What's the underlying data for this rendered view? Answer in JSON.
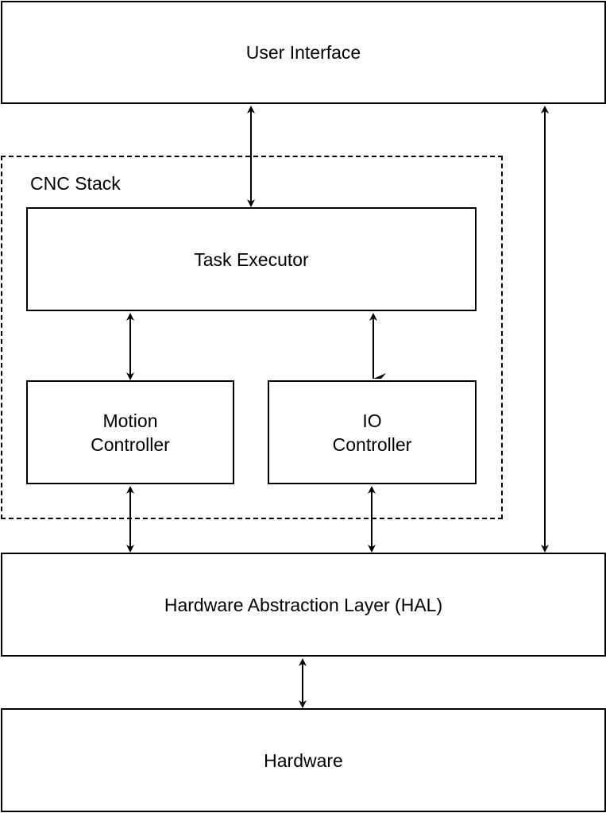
{
  "diagram": {
    "nodes": {
      "user_interface": {
        "label": "User Interface"
      },
      "task_executor": {
        "label": "Task Executor"
      },
      "motion_controller": {
        "label_line1": "Motion",
        "label_line2": "Controller"
      },
      "io_controller": {
        "label_line1": "IO",
        "label_line2": "Controller"
      },
      "hal": {
        "label": "Hardware Abstraction Layer (HAL)"
      },
      "hardware": {
        "label": "Hardware"
      }
    },
    "groups": {
      "cnc_stack": {
        "label": "CNC Stack"
      }
    },
    "edges": [
      {
        "from": "user_interface",
        "to": "task_executor",
        "bidirectional": true
      },
      {
        "from": "user_interface",
        "to": "hal",
        "bidirectional": true
      },
      {
        "from": "task_executor",
        "to": "motion_controller",
        "bidirectional": true
      },
      {
        "from": "task_executor",
        "to": "io_controller",
        "bidirectional": true
      },
      {
        "from": "motion_controller",
        "to": "hal",
        "bidirectional": true
      },
      {
        "from": "io_controller",
        "to": "hal",
        "bidirectional": true
      },
      {
        "from": "hal",
        "to": "hardware",
        "bidirectional": true
      }
    ],
    "colors": {
      "stroke": "#000000",
      "fill": "#ffffff"
    }
  }
}
